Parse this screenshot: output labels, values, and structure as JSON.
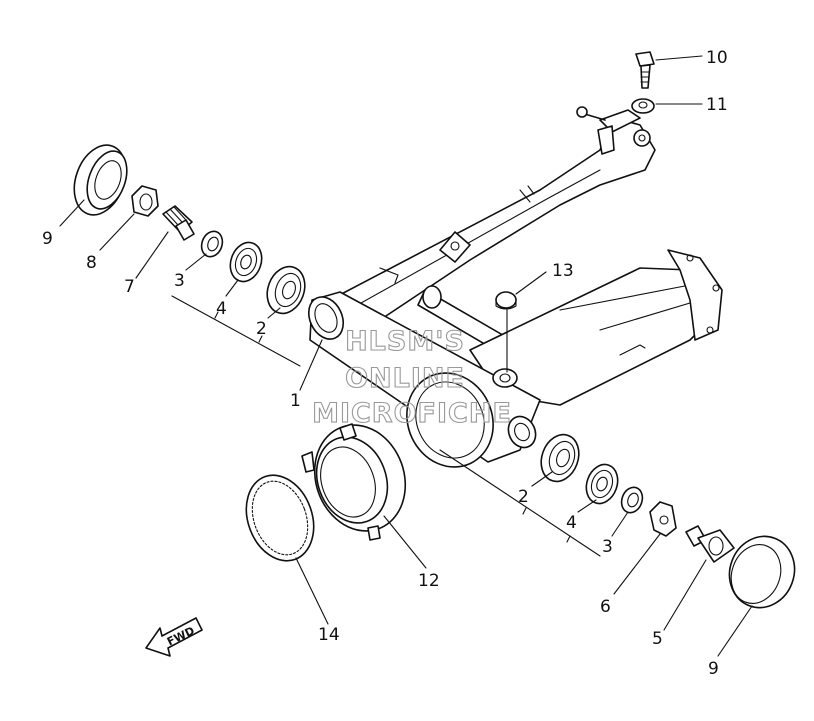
{
  "diagram": {
    "callouts": [
      {
        "id": "c10",
        "label": "10"
      },
      {
        "id": "c11",
        "label": "11"
      },
      {
        "id": "c9a",
        "label": "9"
      },
      {
        "id": "c8",
        "label": "8"
      },
      {
        "id": "c7",
        "label": "7"
      },
      {
        "id": "c3a",
        "label": "3"
      },
      {
        "id": "c4a",
        "label": "4"
      },
      {
        "id": "c2a",
        "label": "2"
      },
      {
        "id": "c13",
        "label": "13"
      },
      {
        "id": "c1",
        "label": "1"
      },
      {
        "id": "c2b",
        "label": "2"
      },
      {
        "id": "c4b",
        "label": "4"
      },
      {
        "id": "c3b",
        "label": "3"
      },
      {
        "id": "c6",
        "label": "6"
      },
      {
        "id": "c5",
        "label": "5"
      },
      {
        "id": "c9b",
        "label": "9"
      },
      {
        "id": "c12",
        "label": "12"
      },
      {
        "id": "c14",
        "label": "14"
      }
    ],
    "watermark": [
      "HLSM'S",
      "ONLINE",
      "MICROFICHE"
    ],
    "direction_arrow": "FWD"
  }
}
